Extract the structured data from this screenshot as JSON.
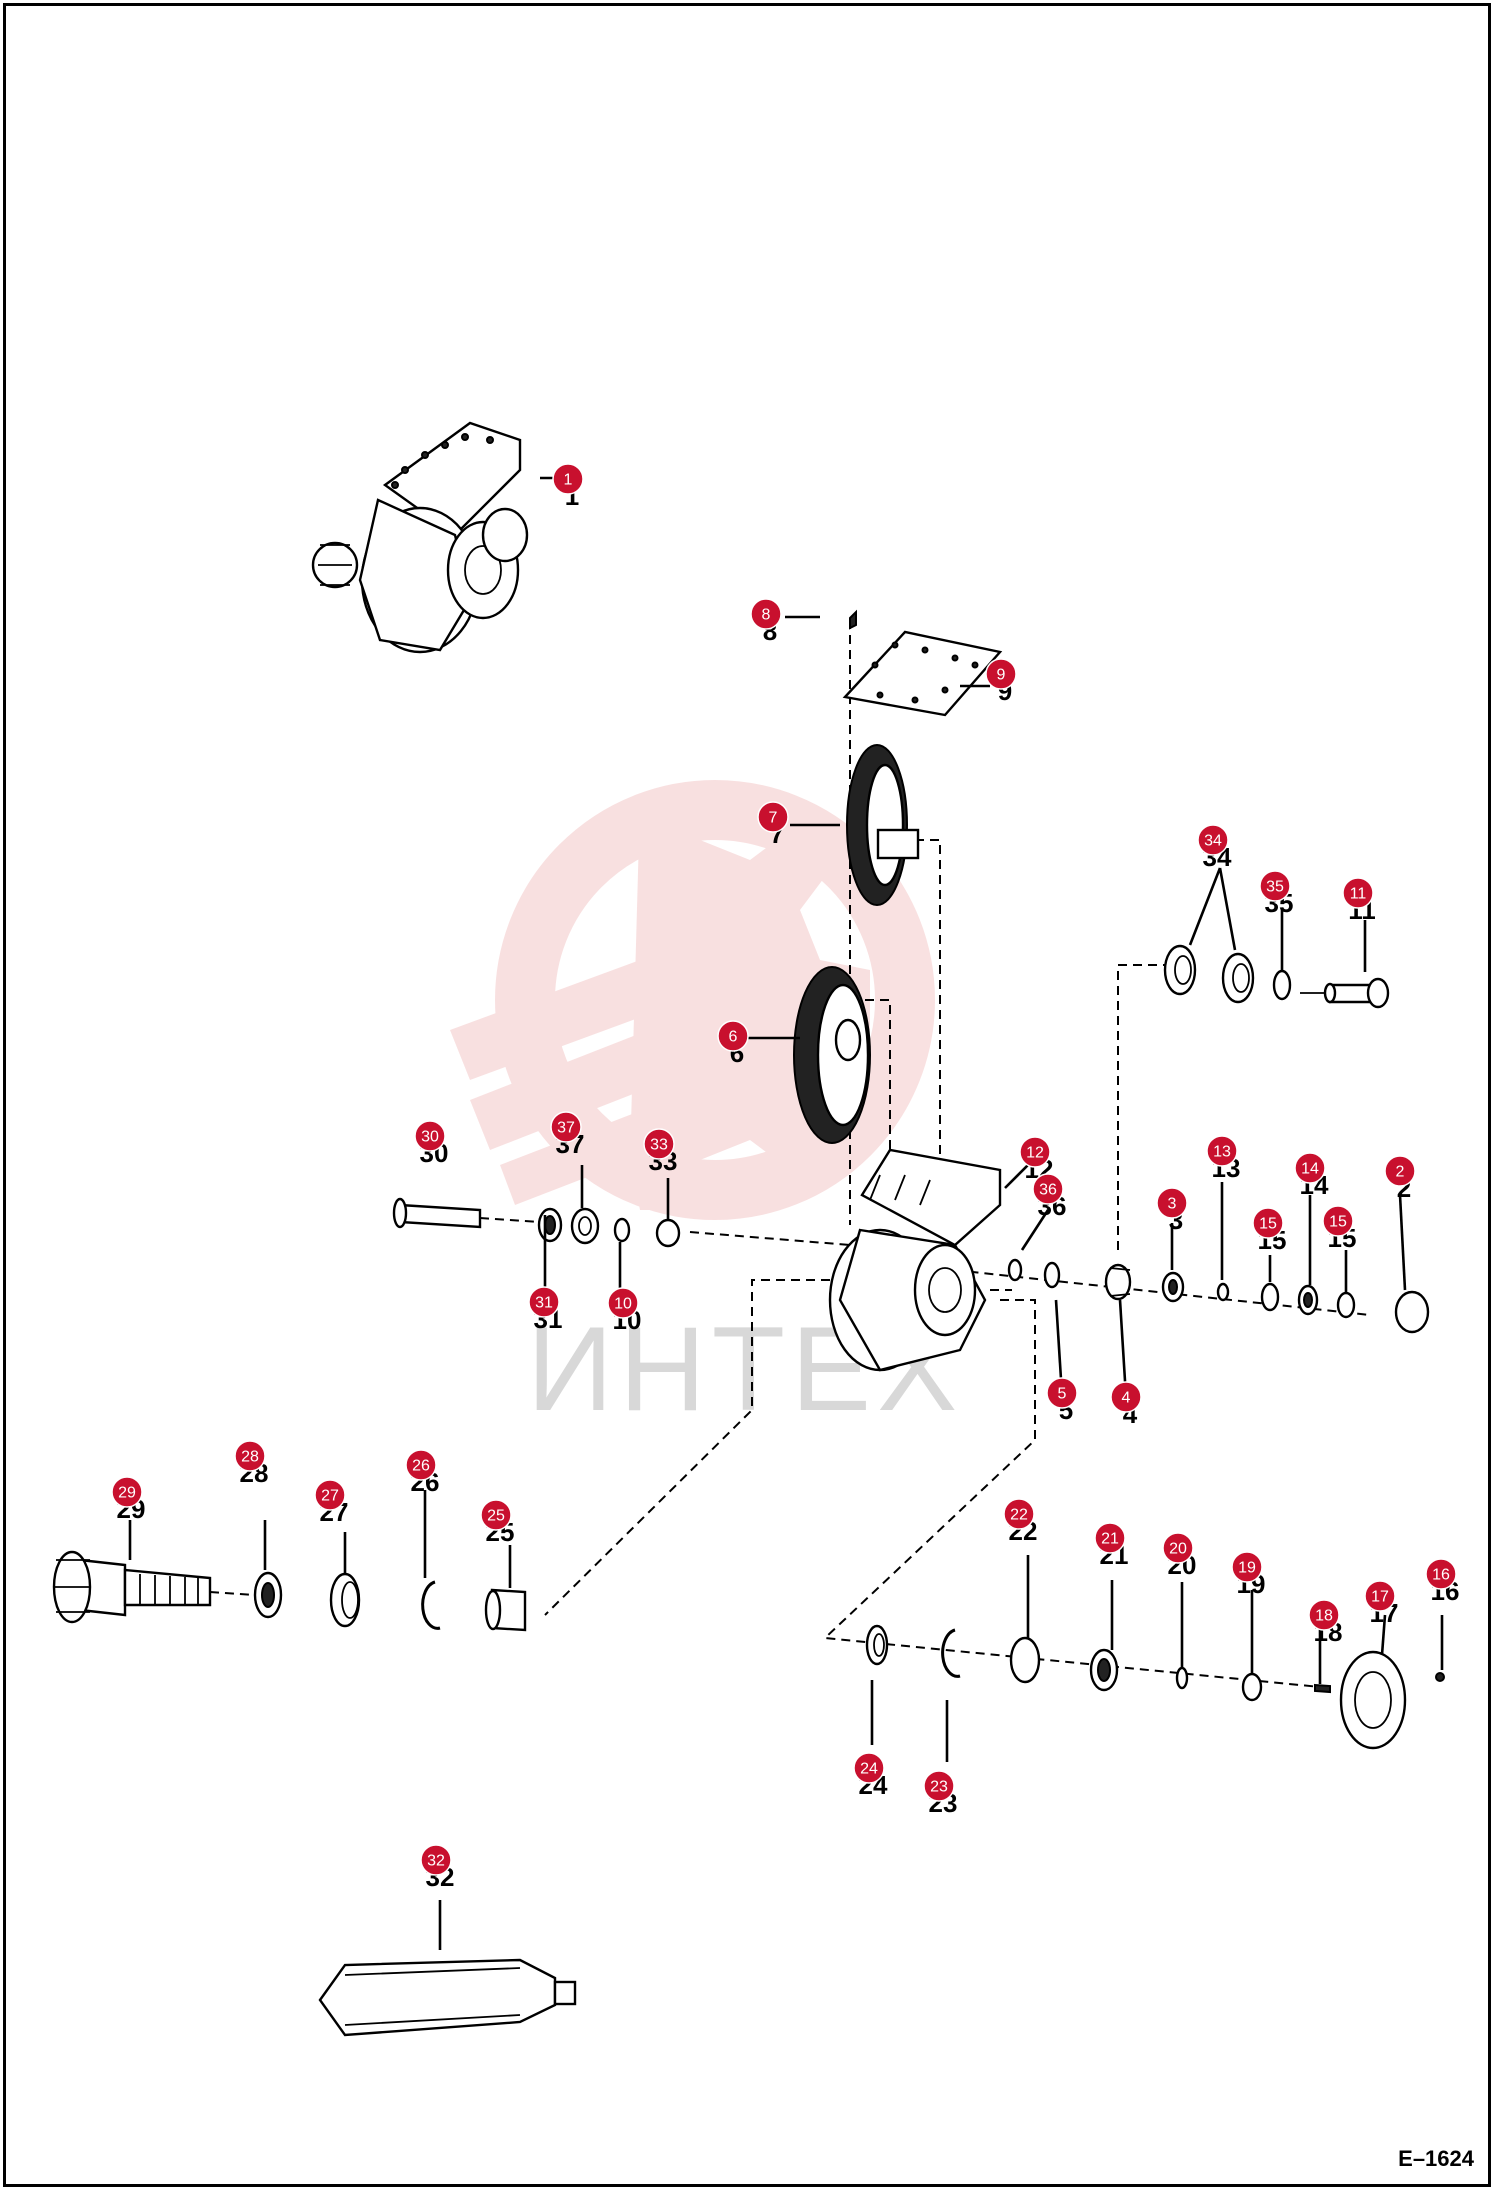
{
  "drawing_number": "E–1624",
  "watermark": "ИНТЕХ",
  "callouts": [
    {
      "label": "1",
      "ghost": "1"
    },
    {
      "label": "2",
      "ghost": "2"
    },
    {
      "label": "3",
      "ghost": "3"
    },
    {
      "label": "4",
      "ghost": "4"
    },
    {
      "label": "5",
      "ghost": "5"
    },
    {
      "label": "6",
      "ghost": "6"
    },
    {
      "label": "7",
      "ghost": "7"
    },
    {
      "label": "8",
      "ghost": "8"
    },
    {
      "label": "9",
      "ghost": "9"
    },
    {
      "label": "10",
      "ghost": "10"
    },
    {
      "label": "11",
      "ghost": "11"
    },
    {
      "label": "12",
      "ghost": "12"
    },
    {
      "label": "13",
      "ghost": "13"
    },
    {
      "label": "14",
      "ghost": "14"
    },
    {
      "label": "15",
      "ghost": "15"
    },
    {
      "label": "15",
      "ghost": "15"
    },
    {
      "label": "16",
      "ghost": "16"
    },
    {
      "label": "17",
      "ghost": "17"
    },
    {
      "label": "18",
      "ghost": "18"
    },
    {
      "label": "19",
      "ghost": "19"
    },
    {
      "label": "20",
      "ghost": "20"
    },
    {
      "label": "21",
      "ghost": "21"
    },
    {
      "label": "22",
      "ghost": "22"
    },
    {
      "label": "23",
      "ghost": "23"
    },
    {
      "label": "24",
      "ghost": "24"
    },
    {
      "label": "25",
      "ghost": "25"
    },
    {
      "label": "26",
      "ghost": "26"
    },
    {
      "label": "27",
      "ghost": "27"
    },
    {
      "label": "28",
      "ghost": "28"
    },
    {
      "label": "29",
      "ghost": "29"
    },
    {
      "label": "30",
      "ghost": "30"
    },
    {
      "label": "31",
      "ghost": "31"
    },
    {
      "label": "32",
      "ghost": "32"
    },
    {
      "label": "33",
      "ghost": "33"
    },
    {
      "label": "34",
      "ghost": "34"
    },
    {
      "label": "35",
      "ghost": "35"
    },
    {
      "label": "36",
      "ghost": "36"
    },
    {
      "label": "37",
      "ghost": "37"
    }
  ],
  "colors": {
    "badge": "#c8102e",
    "watermark_logo": "#f4c8c8",
    "watermark_text": "#d8d8d8"
  }
}
